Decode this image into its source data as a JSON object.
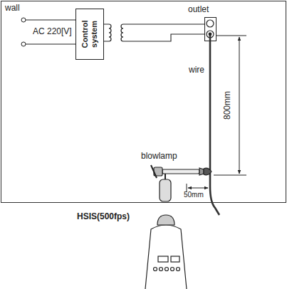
{
  "diagram": {
    "nodes": [
      {
        "text": [
          "wall"
        ]
      },
      {
        "text": [
          "Control system"
        ],
        "in": 0
      },
      {
        "text": [
          "outlet"
        ],
        "in": 0
      }
    ],
    "edges": [
      {
        "from": 1,
        "to": 2,
        "arrow": "none"
      }
    ],
    "labels": [
      "AC 220[V]",
      "wire",
      "800mm",
      "blowlamp",
      "50mm",
      "HSIS(500fps)"
    ]
  }
}
